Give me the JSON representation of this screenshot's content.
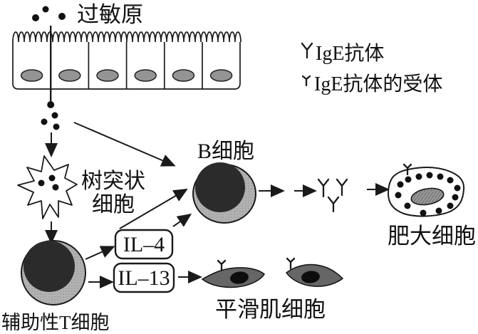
{
  "diagram": {
    "allergen_label": "过敏原",
    "dendritic_label_line1": "树突状",
    "dendritic_label_line2": "细胞",
    "b_cell_label": "B细胞",
    "helper_t_label": "辅助性T细胞",
    "il4_label": "IL–4",
    "il13_label": "IL–13",
    "mast_label": "肥大细胞",
    "smooth_muscle_label": "平滑肌细胞"
  },
  "legend": {
    "antibody_label": "IgE抗体",
    "receptor_label": "IgE抗体的受体"
  },
  "icons": {
    "antibody_symbol": "Y-antibody",
    "receptor_symbol": "T-receptor"
  },
  "colors": {
    "outline": "#1a1a1a",
    "cell_gray": "#b5b5b5",
    "nucleus_dark": "#2b2b2b",
    "epithelium_nucleus": "#949494",
    "muscle_gray": "#666666",
    "muscle_nucleus": "#0d0d0d",
    "mast_nucleus": "#9a9a9a",
    "background": "#ffffff"
  }
}
